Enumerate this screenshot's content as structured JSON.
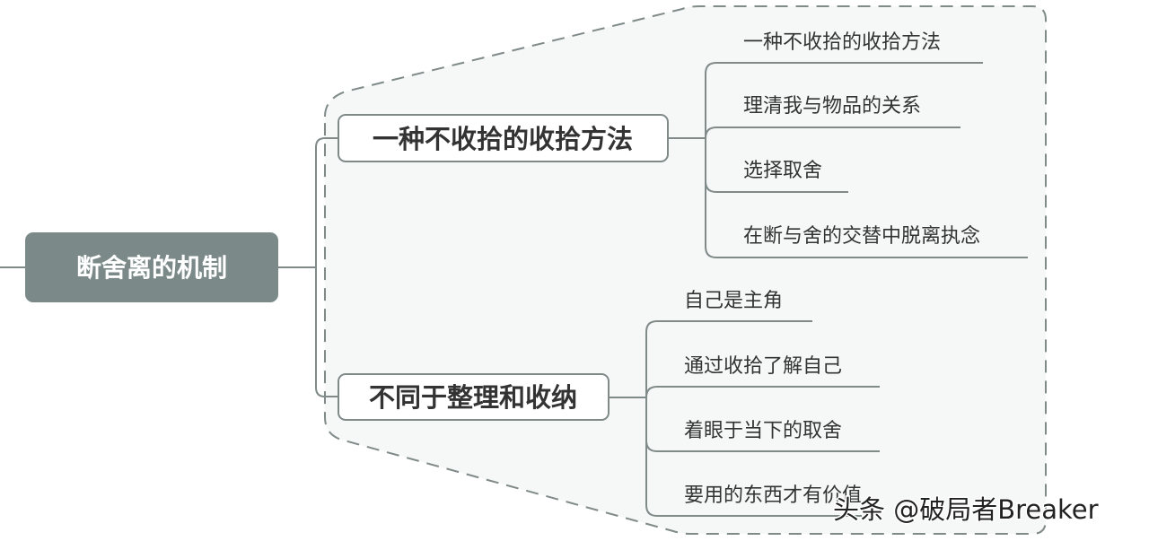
{
  "root": {
    "label": "断舍离的机制"
  },
  "branches": [
    {
      "label": "一种不收拾的收拾方法",
      "children": [
        "一种不收拾的收拾方法",
        "理清我与物品的关系",
        "选择取舍",
        "在断与舍的交替中脱离执念"
      ]
    },
    {
      "label": "不同于整理和收纳",
      "children": [
        "自己是主角",
        "通过收拾了解自己",
        "着眼于当下的取舍",
        "要用的东西才有价值"
      ]
    }
  ],
  "watermark": "头条 @破局者Breaker",
  "colors": {
    "root_fill": "#7b8a89",
    "line": "#7f8a89",
    "boundary_fill": "#f6f7f7"
  }
}
